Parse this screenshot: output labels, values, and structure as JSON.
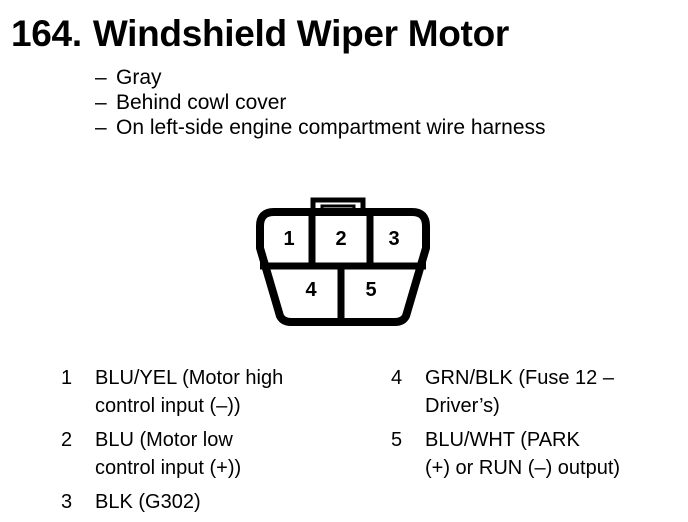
{
  "document": {
    "entry_number": "164.",
    "title": "Windshield Wiper Motor",
    "notes": [
      {
        "dash": "–",
        "text": "Gray"
      },
      {
        "dash": "–",
        "text": "Behind cowl cover"
      },
      {
        "dash": "–",
        "text": "On left-side engine compartment wire harness"
      }
    ]
  },
  "connector": {
    "name": "wiper-motor-connector",
    "cavity_count": 5,
    "top_row": [
      "1",
      "2",
      "3"
    ],
    "bottom_row": [
      "4",
      "5"
    ],
    "outline_color": "#000000",
    "fill_color": "#ffffff"
  },
  "legend": {
    "left": [
      {
        "pin": "1",
        "lines": [
          "BLU/YEL (Motor high",
          "control input (–))"
        ]
      },
      {
        "pin": "2",
        "lines": [
          "BLU (Motor low",
          "control input (+))"
        ]
      },
      {
        "pin": "3",
        "lines": [
          "BLK (G302)"
        ]
      }
    ],
    "right": [
      {
        "pin": "4",
        "lines": [
          "GRN/BLK (Fuse 12 –",
          "Driver’s)"
        ]
      },
      {
        "pin": "5",
        "lines": [
          "BLU/WHT (PARK",
          "(+) or RUN (–) output)"
        ]
      }
    ]
  }
}
